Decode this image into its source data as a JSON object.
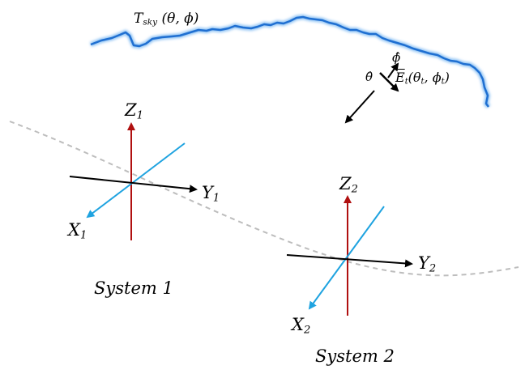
{
  "diagram": {
    "sky_label": {
      "main": "T",
      "sub": "sky",
      "args": " (θ, ϕ)"
    },
    "field_label": {
      "main": "E",
      "sub": "t",
      "args": "(θ",
      "args_sub": "t",
      "args_mid": ", ϕ",
      "args_sub2": "t",
      "args_end": ")"
    },
    "theta_hat": "θ̂",
    "phi_hat": "ϕ̂",
    "system1": {
      "title": "System 1",
      "z_label": {
        "main": "Z",
        "sub": "1"
      },
      "y_label": {
        "main": "Y",
        "sub": "1"
      },
      "x_label": {
        "main": "X",
        "sub": "1"
      }
    },
    "system2": {
      "title": "System 2",
      "z_label": {
        "main": "Z",
        "sub": "2"
      },
      "y_label": {
        "main": "Y",
        "sub": "2"
      },
      "x_label": {
        "main": "X",
        "sub": "2"
      }
    },
    "colors": {
      "sky_curve": "#1f6fd1",
      "z_axis": "#b01010",
      "x_axis": "#1fa3e0",
      "y_axis": "#000000",
      "baseline": "#bdbdbd"
    }
  }
}
